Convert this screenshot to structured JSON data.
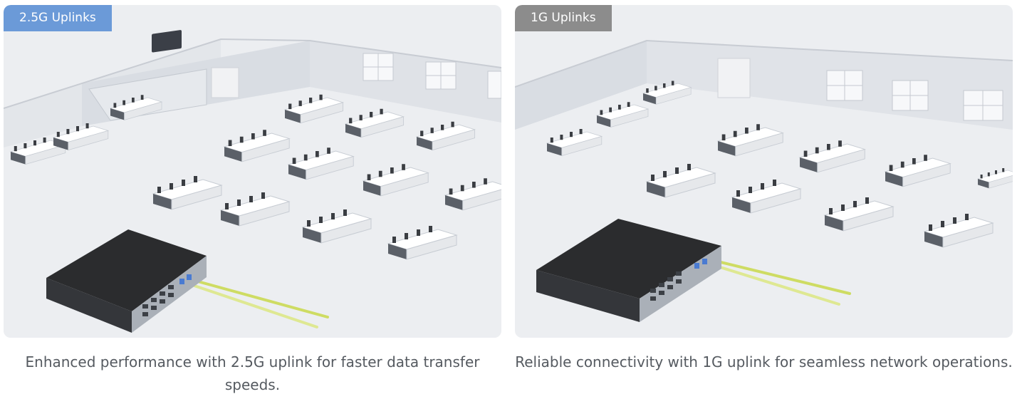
{
  "colors": {
    "badge_left": "#6b9ad8",
    "badge_right": "#8c8c8c",
    "caption_text": "#555a60",
    "floor": "#eceef1",
    "wall": "#dfe2e7",
    "switch_body": "#2b2c2e",
    "cable": "#c9d84a"
  },
  "panels": [
    {
      "badge": "2.5G Uplinks",
      "caption": "Enhanced performance with 2.5G uplink for faster data transfer speeds."
    },
    {
      "badge": "1G Uplinks",
      "caption": "Reliable connectivity with 1G uplink for seamless network operations."
    }
  ],
  "icons": {
    "switch": "network-switch-illustration",
    "office": "open-office-illustration"
  }
}
